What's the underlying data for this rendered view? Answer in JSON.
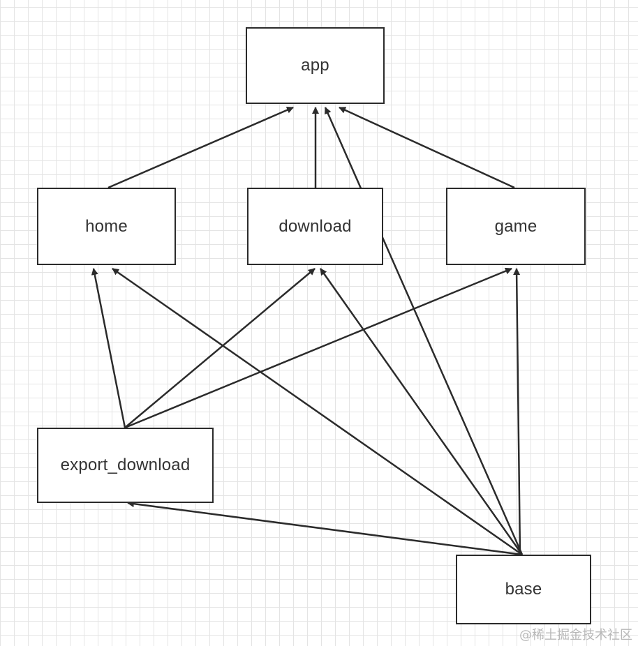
{
  "nodes": {
    "app": {
      "label": "app"
    },
    "home": {
      "label": "home"
    },
    "download": {
      "label": "download"
    },
    "game": {
      "label": "game"
    },
    "export_download": {
      "label": "export_download"
    },
    "base": {
      "label": "base"
    }
  },
  "edges": [
    {
      "from": "home",
      "to": "app"
    },
    {
      "from": "download",
      "to": "app"
    },
    {
      "from": "game",
      "to": "app"
    },
    {
      "from": "base",
      "to": "app"
    },
    {
      "from": "export_download",
      "to": "home"
    },
    {
      "from": "export_download",
      "to": "download"
    },
    {
      "from": "export_download",
      "to": "game"
    },
    {
      "from": "base",
      "to": "home"
    },
    {
      "from": "base",
      "to": "download"
    },
    {
      "from": "base",
      "to": "game"
    },
    {
      "from": "base",
      "to": "export_download"
    }
  ],
  "style": {
    "line_color": "#2b2b2b",
    "box_border_color": "#2b2b2b",
    "grid_color": "#e4e4e4"
  },
  "watermark": "@稀土掘金技术社区"
}
